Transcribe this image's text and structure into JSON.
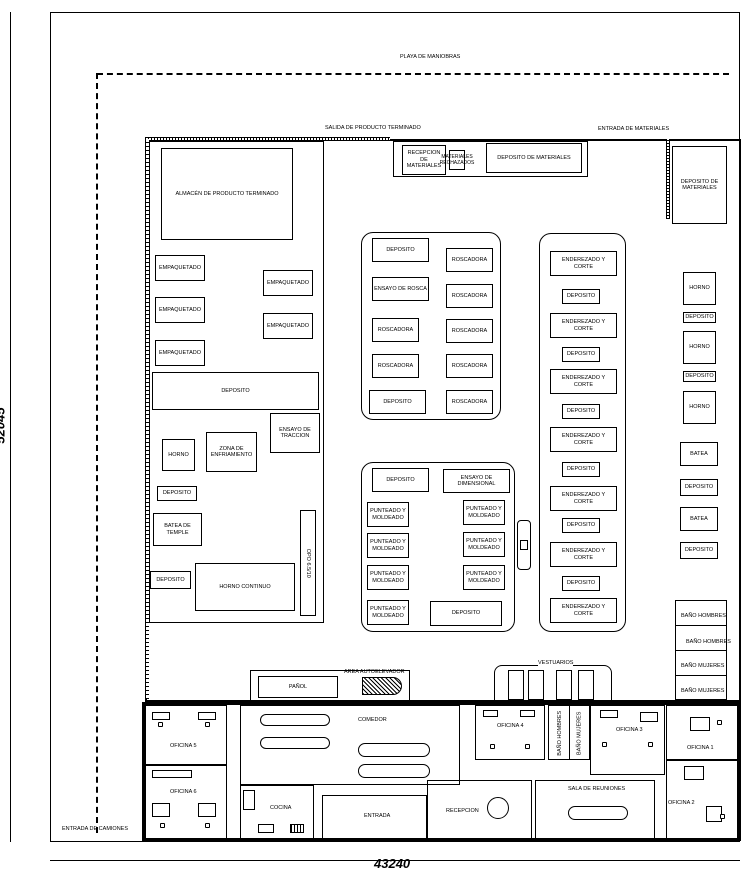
{
  "dimensions": {
    "height": "52045",
    "width": "43240"
  },
  "site": {
    "playa": "PLAYA DE MANIOBRAS",
    "salida": "SALIDA DE PRODUCTO TERMINADO",
    "entrada_materiales": "ENTRADA DE MATERIALES",
    "entrada_camiones": "ENTRADA DE CAMIONES"
  },
  "receiving": {
    "recepcion": "RECEPCION DE MATERIALES",
    "rechazados": "MATERIALES RECHAZADOS",
    "deposito": "DEPOSITO DE MATERIALES"
  },
  "left_zone": {
    "almacen": "ALMACÉN DE PRODUCTO TERMINADO",
    "empaquetado": "EMPAQUETADO",
    "deposito": "DEPOSITO",
    "ensayo_traccion": "ENSAYO DE TRACCION",
    "horno": "HORNO",
    "zona_enfriamiento": "ZONA DE ENFRIAMIENTO",
    "batea_temple": "BATEA DE TEMPLE",
    "horno_continuo": "HORNO CONTINUO",
    "ocr": "OPO 6.5/10"
  },
  "center_top": {
    "deposito": "DEPOSITO",
    "roscadora": "ROSCADORA",
    "ensayo_rosca": "ENSAYO DE ROSCA"
  },
  "center_bottom": {
    "deposito": "DEPOSITO",
    "ensayo_dimensional": "ENSAYO DE DIMENSIONAL",
    "punteado": "PUNTEADO Y MOLDEADO"
  },
  "right_center": {
    "enderezado": "ENDEREZADO Y CORTE",
    "deposito": "DEPOSITO"
  },
  "far_right": {
    "deposito_materiales": "DEPOSITO DE MATERIALES",
    "horno": "HORNO",
    "deposito": "DEPOSITO",
    "batea": "BATEA",
    "bano_hombres": "BAÑO HOMBRES",
    "bano_mujeres": "BAÑO MUJERES"
  },
  "offices": {
    "panol": "PAÑOL",
    "area_autoelevador": "AREA AUTOELEVADOR",
    "vestuarios": "VESTUARIOS",
    "comedor": "COMEDOR",
    "cocina": "COCINA",
    "entrada": "ENTRADA",
    "recepcion": "RECEPCION",
    "sala_reuniones": "SALA DE REUNIONES",
    "oficina1": "OFICINA 1",
    "oficina2": "OFICINA 2",
    "oficina3": "OFICINA 3",
    "oficina4": "OFICINA 4",
    "oficina5": "OFICINA 5",
    "oficina6": "OFICINA 6",
    "bano_hombres": "BAÑO HOMBRES",
    "bano_mujeres": "BAÑO MUJERES"
  }
}
